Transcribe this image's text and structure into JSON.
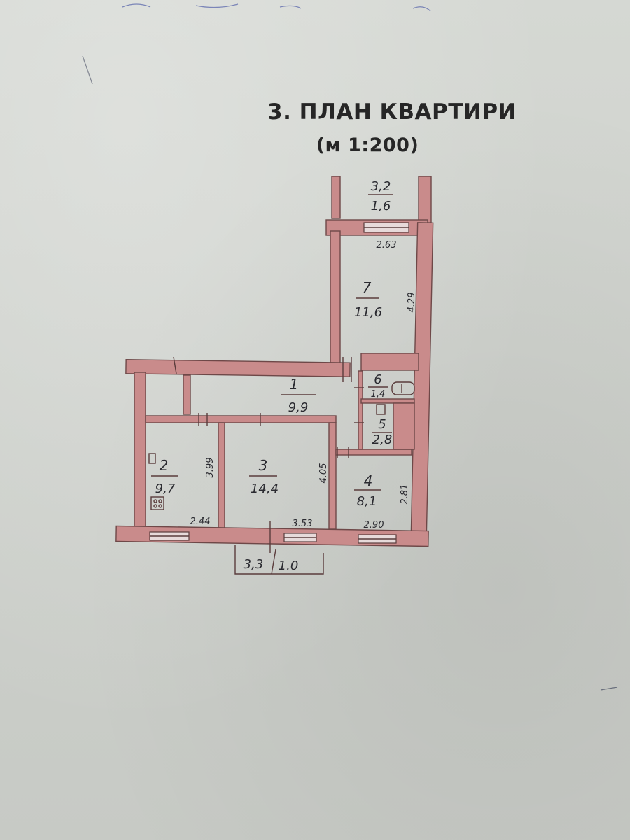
{
  "document": {
    "title": "3. ПЛАН КВАРТИРИ",
    "scale": "(м 1:200)"
  },
  "rooms": [
    {
      "number": "1",
      "area": "9,9"
    },
    {
      "number": "2",
      "area": "9,7"
    },
    {
      "number": "3",
      "area": "14,4"
    },
    {
      "number": "4",
      "area": "8,1"
    },
    {
      "number": "5",
      "area": "2,8"
    },
    {
      "number": "6",
      "area": "1,4"
    },
    {
      "number": "7",
      "area": "11,6"
    },
    {
      "number": "3,2",
      "area": "1,6"
    }
  ],
  "dimensions": {
    "balcony_width": "2.63",
    "room7_depth": "4.29",
    "room2_width": "2.44",
    "room2_depth": "3.99",
    "room3_width": "3.53",
    "room3_depth": "4.05",
    "room4_width": "2.90",
    "room4_depth": "2.81"
  },
  "entrance": {
    "label_left": "3,3",
    "label_right": "1.0"
  },
  "colors": {
    "wall_fill": "#c98b8b",
    "paper": "#cfd2cd",
    "ink": "#2a2a30"
  }
}
